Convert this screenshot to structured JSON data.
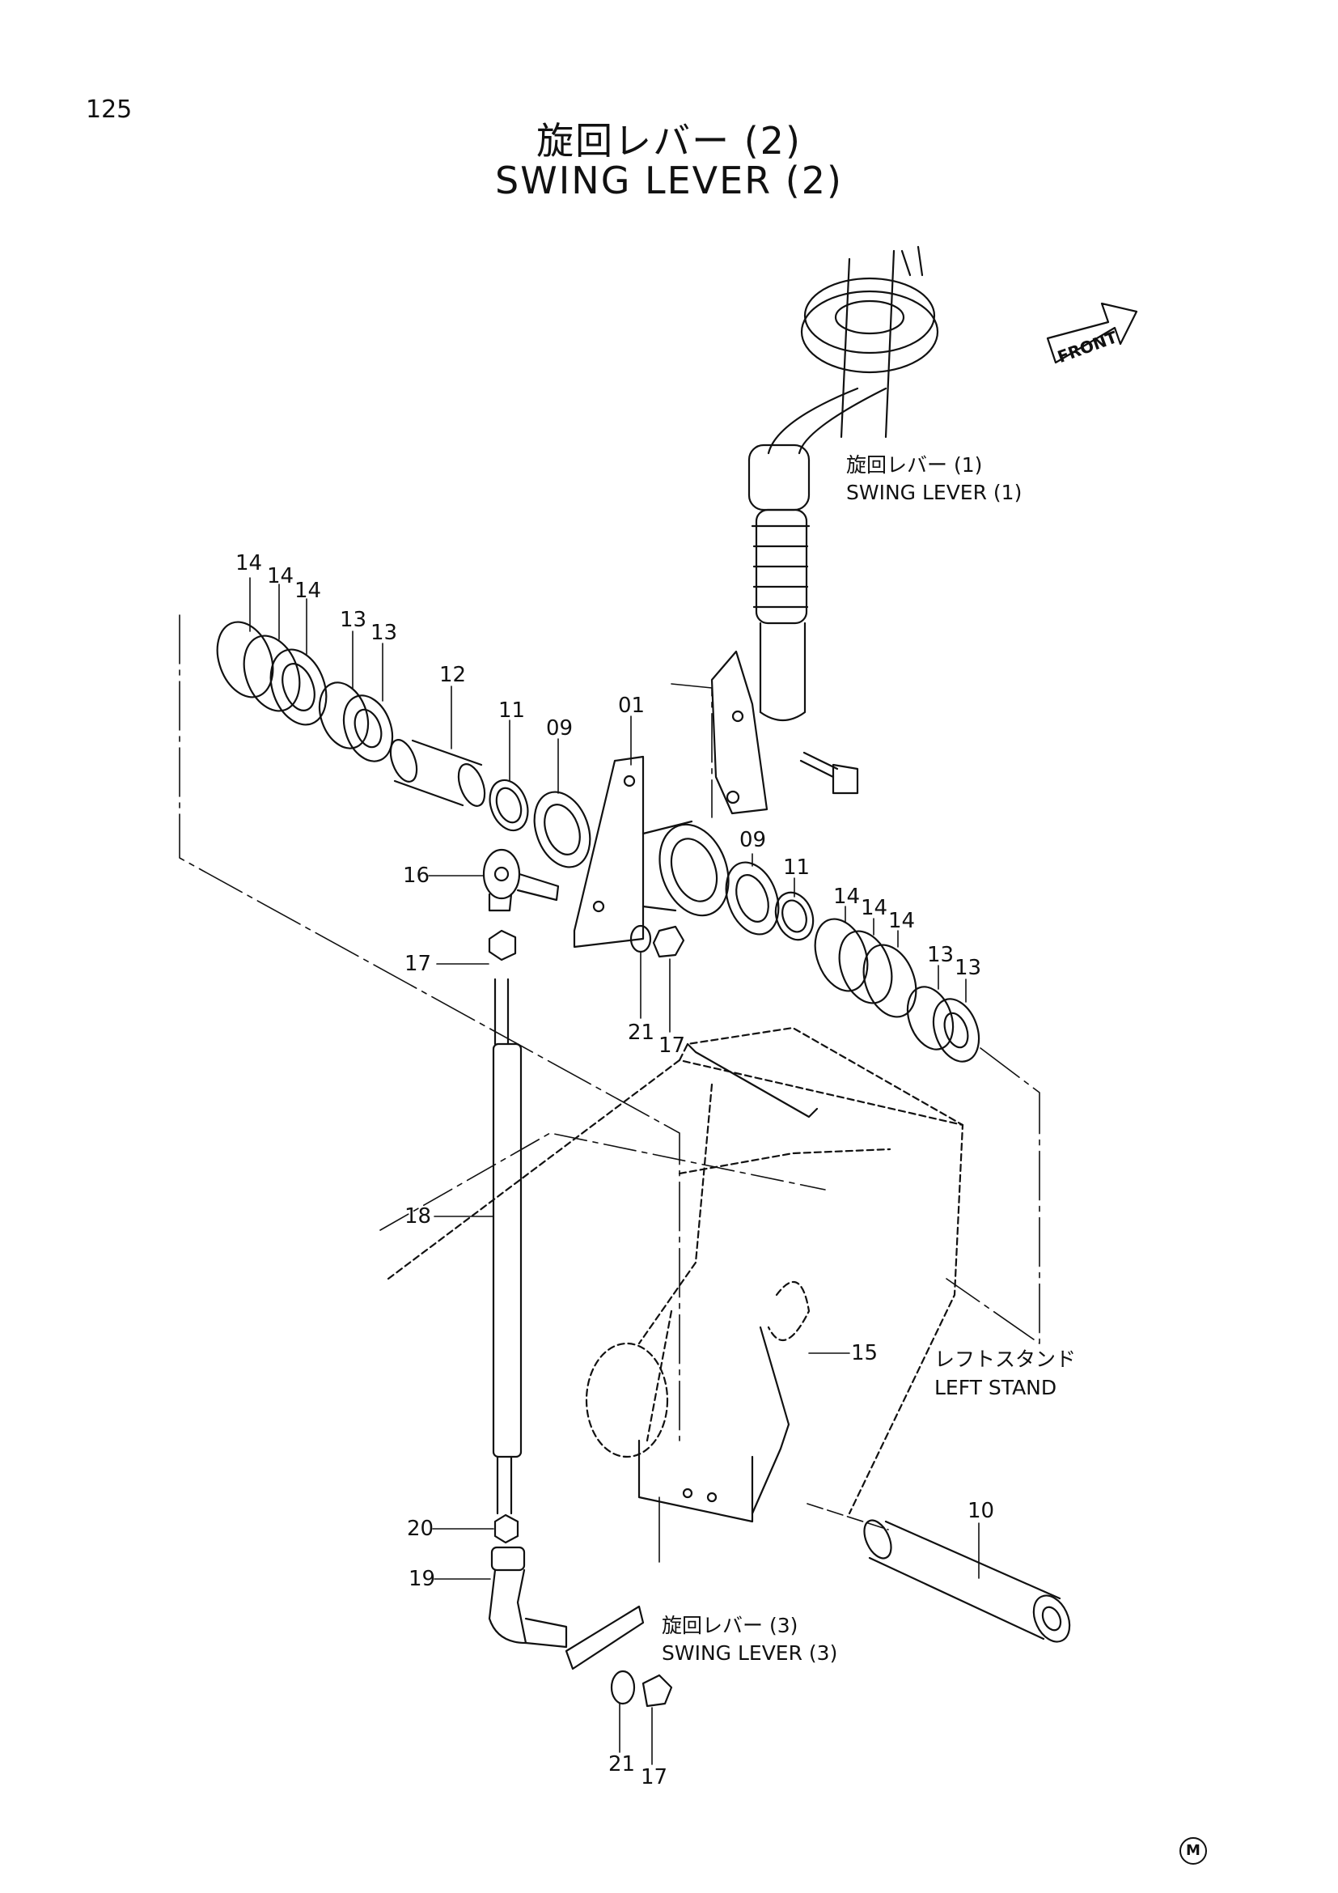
{
  "page_number": "125",
  "title": {
    "japanese": "旋回レバー (2)",
    "english": "SWING LEVER (2)"
  },
  "front_arrow": {
    "label": "FRONT"
  },
  "references": {
    "swing_lever_1": {
      "jp": "旋回レバー (1)",
      "en": "SWING LEVER (1)"
    },
    "left_stand": {
      "jp": "レフトスタンド",
      "en": "LEFT STAND"
    },
    "swing_lever_3": {
      "jp": "旋回レバー (3)",
      "en": "SWING LEVER (3)"
    }
  },
  "callouts": {
    "c14a": "14",
    "c14b": "14",
    "c14c": "14",
    "c13a": "13",
    "c13b": "13",
    "c12": "12",
    "c11a": "11",
    "c09a": "09",
    "c01": "01",
    "c16": "16",
    "c17a": "17",
    "c21a": "21",
    "c17b": "17",
    "c09b": "09",
    "c11b": "11",
    "c14d": "14",
    "c14e": "14",
    "c14f": "14",
    "c13c": "13",
    "c13d": "13",
    "c18": "18",
    "c15": "15",
    "c10": "10",
    "c20": "20",
    "c19": "19",
    "c21b": "21",
    "c17c": "17"
  },
  "manufacturer_mark": "M"
}
